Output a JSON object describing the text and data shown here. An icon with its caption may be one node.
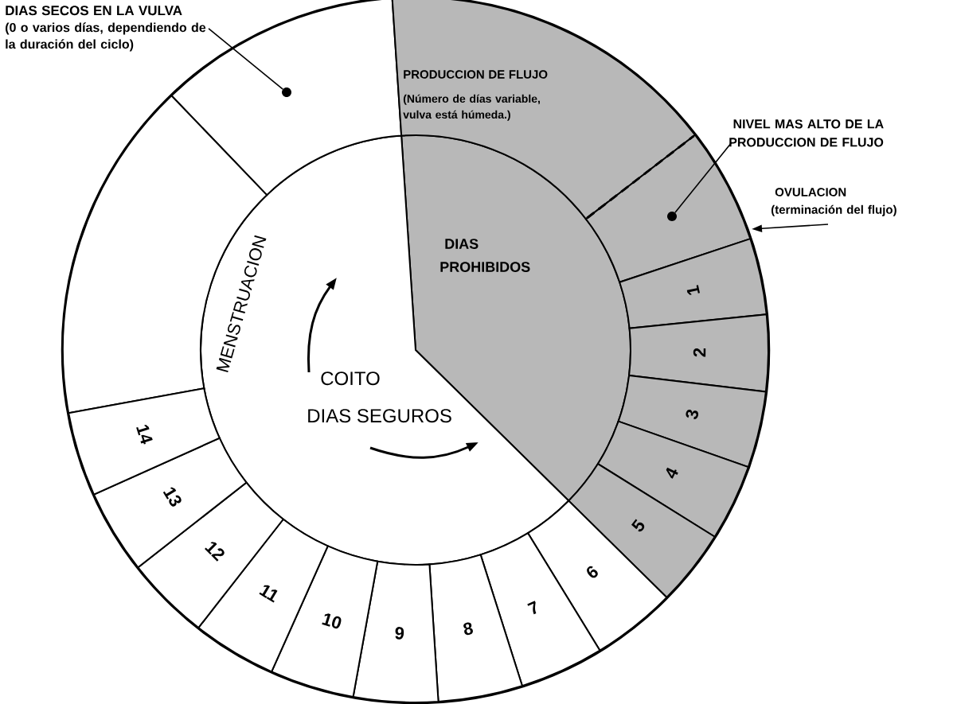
{
  "diagram": {
    "nodes": [
      {
        "text": [
          "DIAS SECOS EN LA VULVA",
          "(0 o varios días, dependiendo de la duración del ciclo)"
        ]
      },
      {
        "text": [],
        "shape": "sector"
      },
      {
        "text": [
          "PRODUCCION DE FLUJO",
          "(Número de días variable, vulva está húmeda.)"
        ]
      },
      {
        "text": [],
        "shape": "sector"
      },
      {
        "text": [
          "NIVEL MAS ALTO DE LA PRODUCCION DE FLUJO"
        ]
      },
      {
        "text": [
          "OVULACION",
          "(terminación del flujo)"
        ]
      },
      {
        "text": [],
        "shape": "sector"
      },
      {
        "text": [
          "DIAS PROHIBIDOS"
        ]
      },
      {
        "text": [
          "MENSTRUACION",
          "COITO",
          "DIAS SEGUROS"
        ]
      },
      {
        "text": [
          "1"
        ]
      },
      {
        "text": [
          "2"
        ]
      },
      {
        "text": [
          "3"
        ]
      },
      {
        "text": [
          "4"
        ]
      },
      {
        "text": [
          "5"
        ]
      },
      {
        "text": [
          "6"
        ]
      },
      {
        "text": [
          "7"
        ]
      },
      {
        "text": [
          "8"
        ]
      },
      {
        "text": [
          "9"
        ]
      },
      {
        "text": [
          "10"
        ]
      },
      {
        "text": [
          "11"
        ]
      },
      {
        "text": [
          "12"
        ]
      },
      {
        "text": [
          "13"
        ]
      },
      {
        "text": [
          "14"
        ]
      }
    ],
    "edges": [
      {
        "from": 0,
        "to": 1,
        "arrow": "none"
      },
      {
        "from": 4,
        "to": 3,
        "arrow": "none"
      },
      {
        "from": 5,
        "to": 3,
        "arrow": "to"
      }
    ]
  }
}
